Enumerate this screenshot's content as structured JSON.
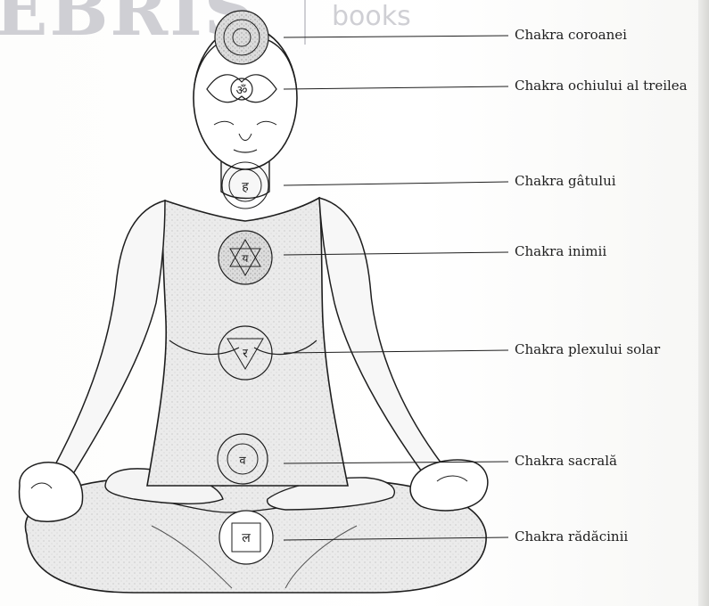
{
  "logo": {
    "main_text": "EBRIS",
    "secondary_text": "books"
  },
  "labels": {
    "crown": "Chakra coroanei",
    "third_eye": "Chakra ochiului al treilea",
    "throat": "Chakra gâtului",
    "heart": "Chakra inimii",
    "solar_plexus": "Chakra plexului solar",
    "sacral": "Chakra sacrală",
    "root": "Chakra rădăcinii"
  },
  "colors": {
    "ink": "#1e1e1e",
    "body_fill": "#e9e9e9",
    "watermark": "#cfcfd4"
  }
}
